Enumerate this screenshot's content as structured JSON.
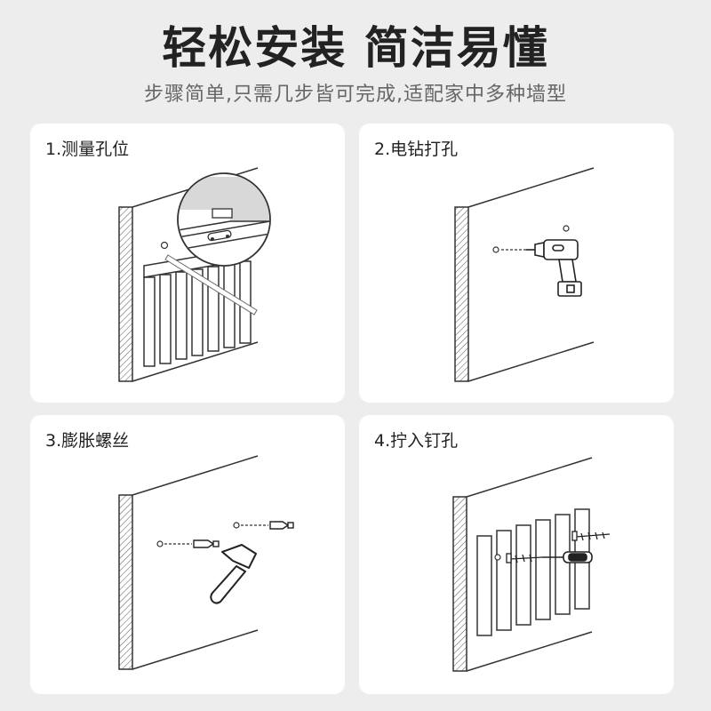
{
  "header": {
    "title": "轻松安装 简洁易懂",
    "subtitle": "步骤简单,只需几步皆可完成,适配家中多种墙型"
  },
  "steps": [
    {
      "label": "1.测量孔位"
    },
    {
      "label": "2.电钻打孔"
    },
    {
      "label": "3.膨胀螺丝"
    },
    {
      "label": "4.拧入钉孔"
    }
  ],
  "colors": {
    "background": "#ededed",
    "card": "#ffffff",
    "title": "#222222",
    "subtitle": "#666666",
    "line": "#333333"
  },
  "icons": [
    "level-ruler-icon",
    "drill-icon",
    "hammer-icon",
    "screw-icon",
    "screwdriver-icon",
    "expansion-anchor-icon"
  ]
}
